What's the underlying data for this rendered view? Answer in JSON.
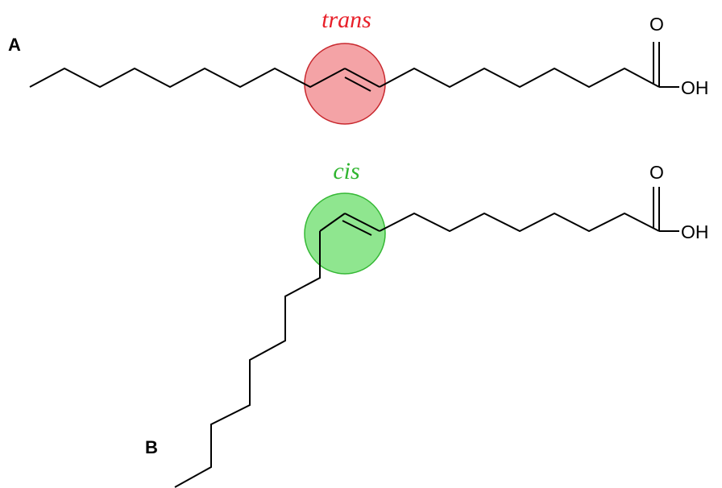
{
  "panels": [
    {
      "label": "A",
      "isomer_label": "trans",
      "isomer_color": "#e8202a",
      "highlight_fill": "#f4a3a6",
      "highlight_stroke": "#c8282e",
      "carbonyl_oxygen": "O",
      "hydroxyl": "OH"
    },
    {
      "label": "B",
      "isomer_label": "cis",
      "isomer_color": "#2fb52f",
      "highlight_fill": "#8fe68f",
      "highlight_stroke": "#35b835",
      "carbonyl_oxygen": "O",
      "hydroxyl": "OH"
    }
  ]
}
